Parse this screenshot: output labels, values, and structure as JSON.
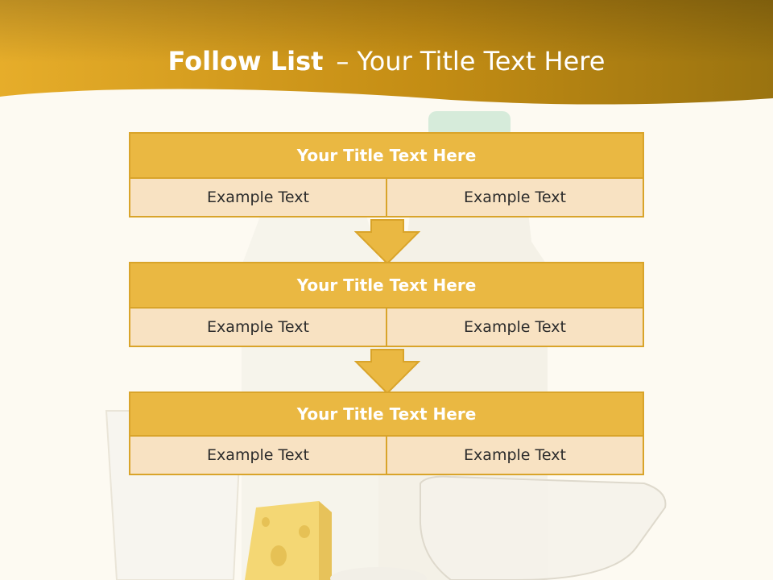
{
  "slide": {
    "title_bold": "Follow List",
    "title_dash": "–",
    "title_rest": "Your Title Text Here"
  },
  "steps": [
    {
      "title": "Your Title Text Here",
      "left": "Example Text",
      "right": "Example Text"
    },
    {
      "title": "Your Title Text Here",
      "left": "Example Text",
      "right": "Example Text"
    },
    {
      "title": "Your Title Text Here",
      "left": "Example Text",
      "right": "Example Text"
    }
  ],
  "colors": {
    "header_gold": "#e1a826",
    "header_dark": "#9a7310",
    "block_head": "#eab842",
    "block_border": "#d9a42a",
    "block_cell": "#f8e2c2",
    "background": "#fdfaf2"
  },
  "icons": {
    "flow_arrow": "down-arrow-icon"
  }
}
